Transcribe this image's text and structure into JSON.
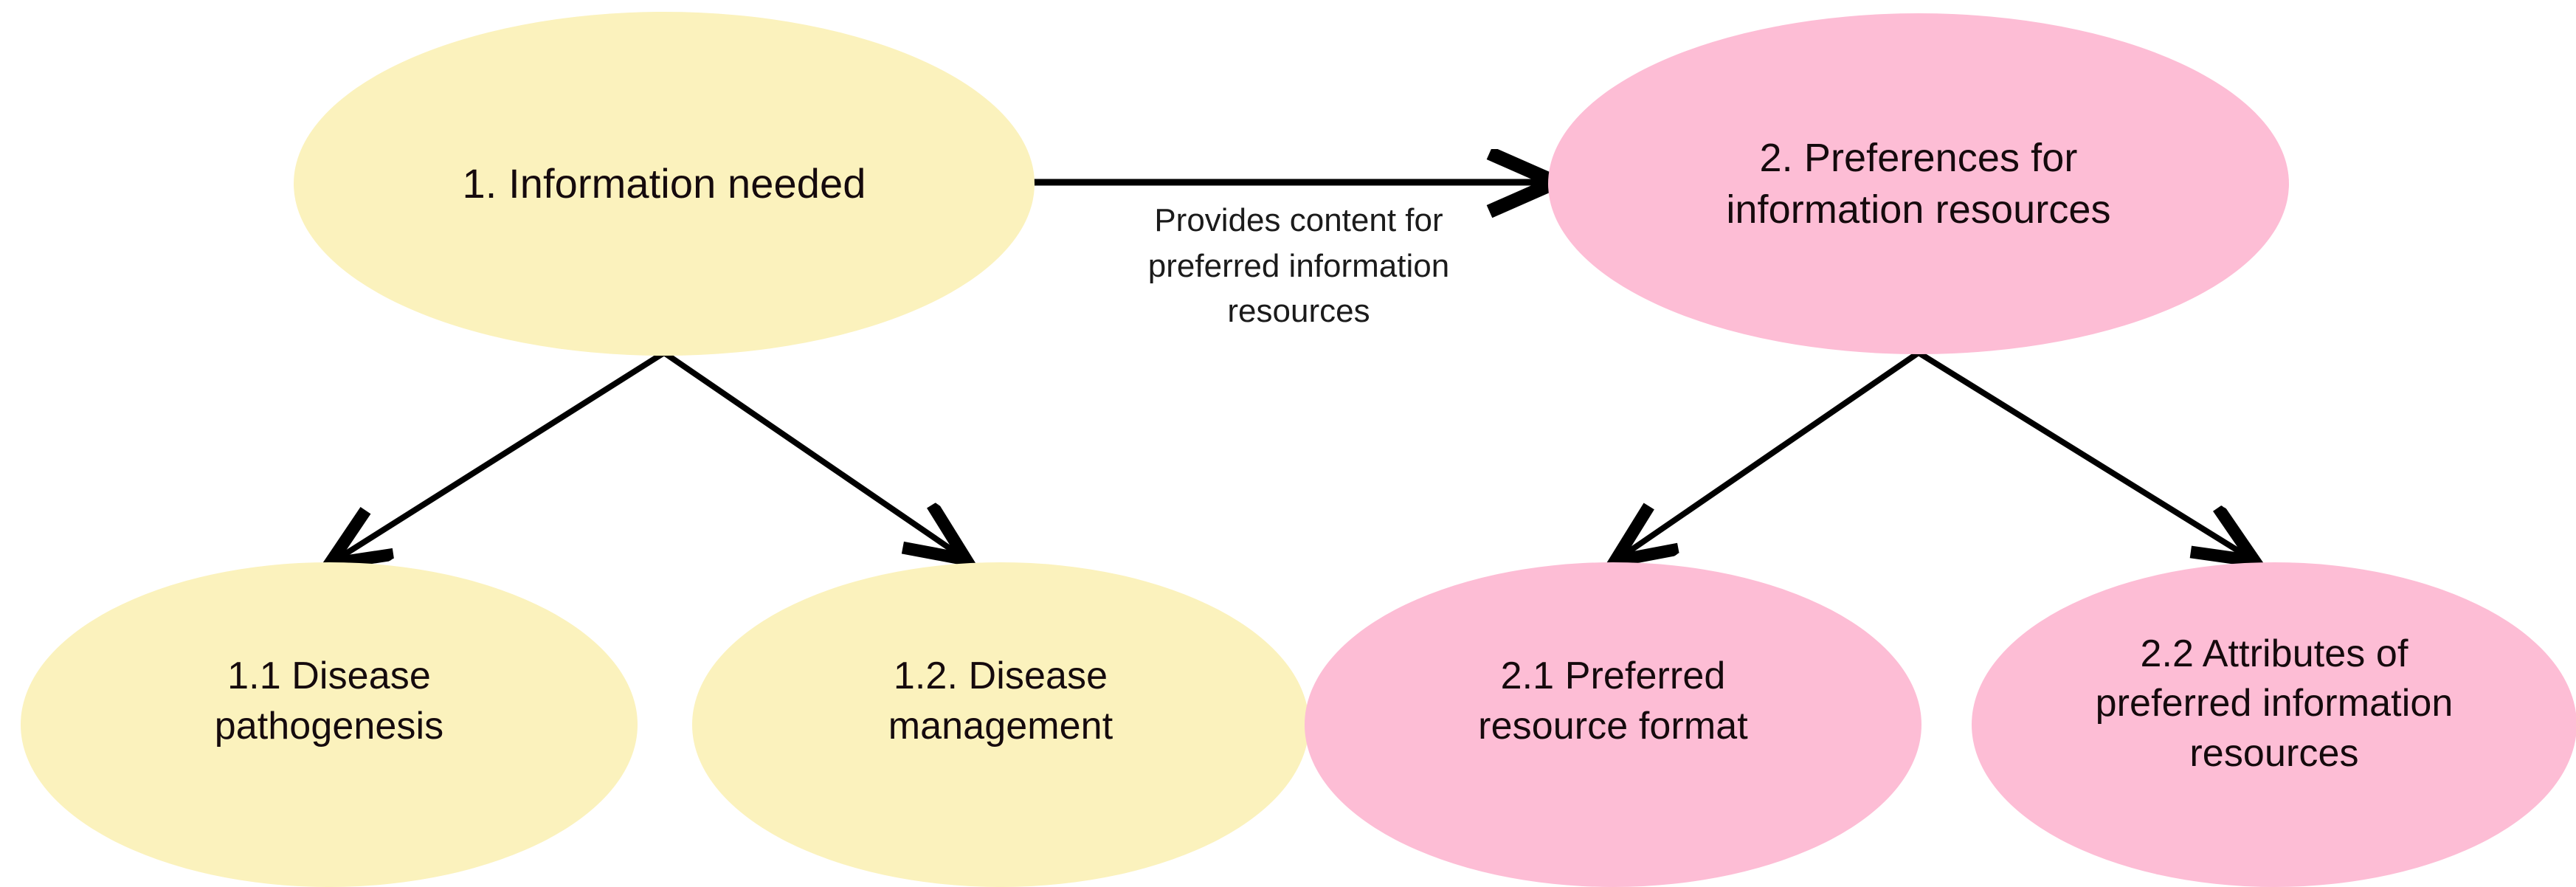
{
  "diagram": {
    "type": "hierarchy-flowchart",
    "background_color": "#ffffff",
    "palette": {
      "yellow_fill": "#FBF2BD",
      "pink_fill": "#FDBDD5",
      "text_color": "#150a0d",
      "arrow_color": "#000000"
    },
    "nodes": [
      {
        "id": "info-needed",
        "label": "1. Information needed",
        "shape": "ellipse",
        "color": "#FBF2BD",
        "level": "top",
        "group": "information-needed"
      },
      {
        "id": "preferences",
        "label": "2. Preferences for\ninformation resources",
        "shape": "ellipse",
        "color": "#FDBDD5",
        "level": "top",
        "group": "preferences"
      },
      {
        "id": "disease-pathogenesis",
        "label": "1.1 Disease\npathogenesis",
        "shape": "ellipse",
        "color": "#FBF2BD",
        "level": "child",
        "group": "information-needed"
      },
      {
        "id": "disease-management",
        "label": "1.2. Disease\nmanagement",
        "shape": "ellipse",
        "color": "#FBF2BD",
        "level": "child",
        "group": "information-needed"
      },
      {
        "id": "preferred-format",
        "label": "2.1 Preferred\nresource format",
        "shape": "ellipse",
        "color": "#FDBDD5",
        "level": "child",
        "group": "preferences"
      },
      {
        "id": "attributes",
        "label": "2.2 Attributes of\npreferred information\nresources",
        "shape": "ellipse",
        "color": "#FDBDD5",
        "level": "child",
        "group": "preferences"
      }
    ],
    "edges": [
      {
        "id": "edge-info-to-preferences",
        "from": "info-needed",
        "to": "preferences",
        "label": "Provides content for\npreferred information\nresources",
        "style": "solid-arrow",
        "direction": "horizontal"
      },
      {
        "id": "edge-info-to-pathogenesis",
        "from": "info-needed",
        "to": "disease-pathogenesis",
        "label": "",
        "style": "solid-arrow",
        "direction": "down-left"
      },
      {
        "id": "edge-info-to-management",
        "from": "info-needed",
        "to": "disease-management",
        "label": "",
        "style": "solid-arrow",
        "direction": "down-right"
      },
      {
        "id": "edge-preferences-to-format",
        "from": "preferences",
        "to": "preferred-format",
        "label": "",
        "style": "solid-arrow",
        "direction": "down-left"
      },
      {
        "id": "edge-preferences-to-attributes",
        "from": "preferences",
        "to": "attributes",
        "label": "",
        "style": "solid-arrow",
        "direction": "down-right"
      }
    ]
  }
}
